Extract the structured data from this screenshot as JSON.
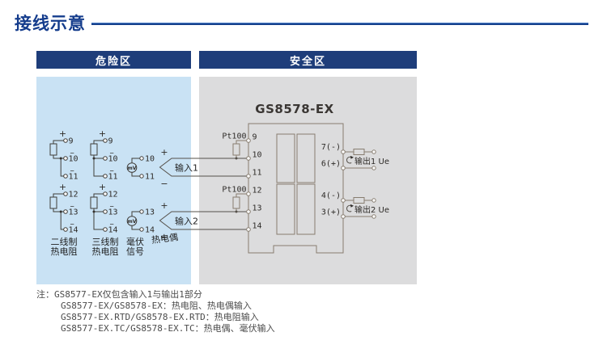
{
  "page": {
    "title": "接线示意"
  },
  "zones": {
    "hazard": "危险区",
    "safe": "安全区"
  },
  "module": {
    "name": "GS8578-EX"
  },
  "sym": {
    "plus": "+",
    "minus": "−",
    "mv": "mV",
    "pt100": "Pt100"
  },
  "terminals": {
    "t9": "9",
    "t10": "10",
    "t11": "11",
    "t12": "12",
    "t13": "13",
    "t14": "14"
  },
  "io": {
    "input1": "输入1",
    "input2": "输入2",
    "out7": "7(-)",
    "out6": "6(+)",
    "out4": "4(-)",
    "out3": "3(+)",
    "out1_label": "输出1 Ue",
    "out2_label": "输出2 Ue"
  },
  "legend": {
    "rtd2_line1": "二线制",
    "rtd2_line2": "热电阻",
    "rtd3_line1": "三线制",
    "rtd3_line2": "热电阻",
    "mv_line1": "毫伏",
    "mv_line2": "信号",
    "tc": "热电偶"
  },
  "notes": {
    "lines": [
      "注：GS8577-EX仅包含输入1与输出1部分",
      "GS8577-EX/GS8578-EX：热电阻、热电偶输入",
      "GS8577-EX.RTD/GS8578-EX.RTD：热电阻输入",
      "GS8577-EX.TC/GS8578-EX.TC：热电偶、毫伏输入"
    ]
  },
  "colors": {
    "accent": "#1e3d7a",
    "hazard_bg": "#c9e2f4",
    "safe_bg": "#dcdcdd",
    "rule_blue": "#16418c"
  }
}
